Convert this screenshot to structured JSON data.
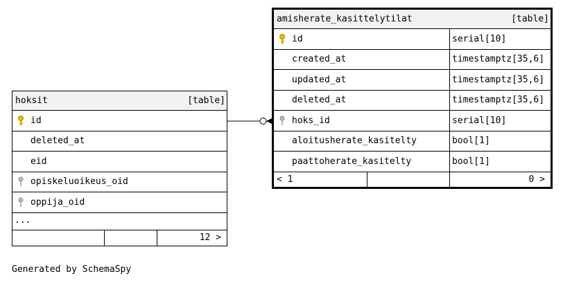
{
  "hoksit": {
    "name": "hoksit",
    "kind": "[table]",
    "columns": [
      {
        "name": "id",
        "icon": "primary-key-icon"
      },
      {
        "name": "deleted_at",
        "icon": ""
      },
      {
        "name": "eid",
        "icon": ""
      },
      {
        "name": "opiskeluoikeus_oid",
        "icon": "index-key-icon"
      },
      {
        "name": "oppija_oid",
        "icon": "index-key-icon"
      }
    ],
    "more": "...",
    "footer_count": "12 >"
  },
  "amisherate": {
    "name": "amisherate_kasittelytilat",
    "kind": "[table]",
    "columns": [
      {
        "name": "id",
        "type": "serial[10]",
        "icon": "primary-key-icon"
      },
      {
        "name": "created_at",
        "type": "timestamptz[35,6]",
        "icon": ""
      },
      {
        "name": "updated_at",
        "type": "timestamptz[35,6]",
        "icon": ""
      },
      {
        "name": "deleted_at",
        "type": "timestamptz[35,6]",
        "icon": ""
      },
      {
        "name": "hoks_id",
        "type": "serial[10]",
        "icon": "foreign-key-icon"
      },
      {
        "name": "aloitusherate_kasitelty",
        "type": "bool[1]",
        "icon": ""
      },
      {
        "name": "paattoherate_kasitelty",
        "type": "bool[1]",
        "icon": ""
      }
    ],
    "footer_parents": "< 1",
    "footer_children": "0 >"
  },
  "credit": "Generated by SchemaSpy",
  "colors": {
    "pk_key": "#e5c100",
    "idx_key": "#9a9a9a",
    "header_bg": "#f2f2f2"
  }
}
